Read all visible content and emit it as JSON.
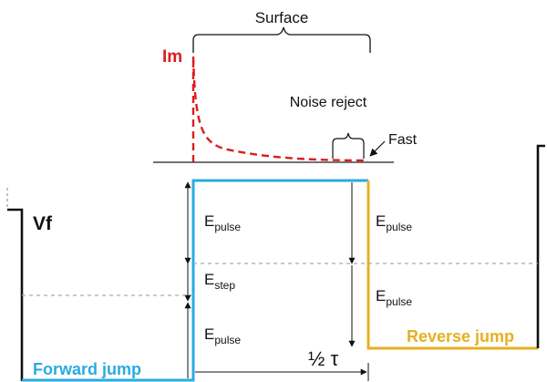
{
  "labels": {
    "surface": "Surface",
    "im": "Im",
    "noise_reject": "Noise reject",
    "fast": "Fast",
    "vf": "Vf",
    "e_main": "E",
    "sub_pulse": "pulse",
    "sub_step": "step",
    "half_tau": "½ τ",
    "forward_jump": "Forward jump",
    "reverse_jump": "Reverse jump"
  },
  "colors": {
    "im_trace": "#dd1c1c",
    "forward": "#29abe2",
    "reverse": "#e6b022",
    "waveform": "#111111",
    "dashed_ref": "#aaaaaa",
    "annotation": "#111111"
  }
}
